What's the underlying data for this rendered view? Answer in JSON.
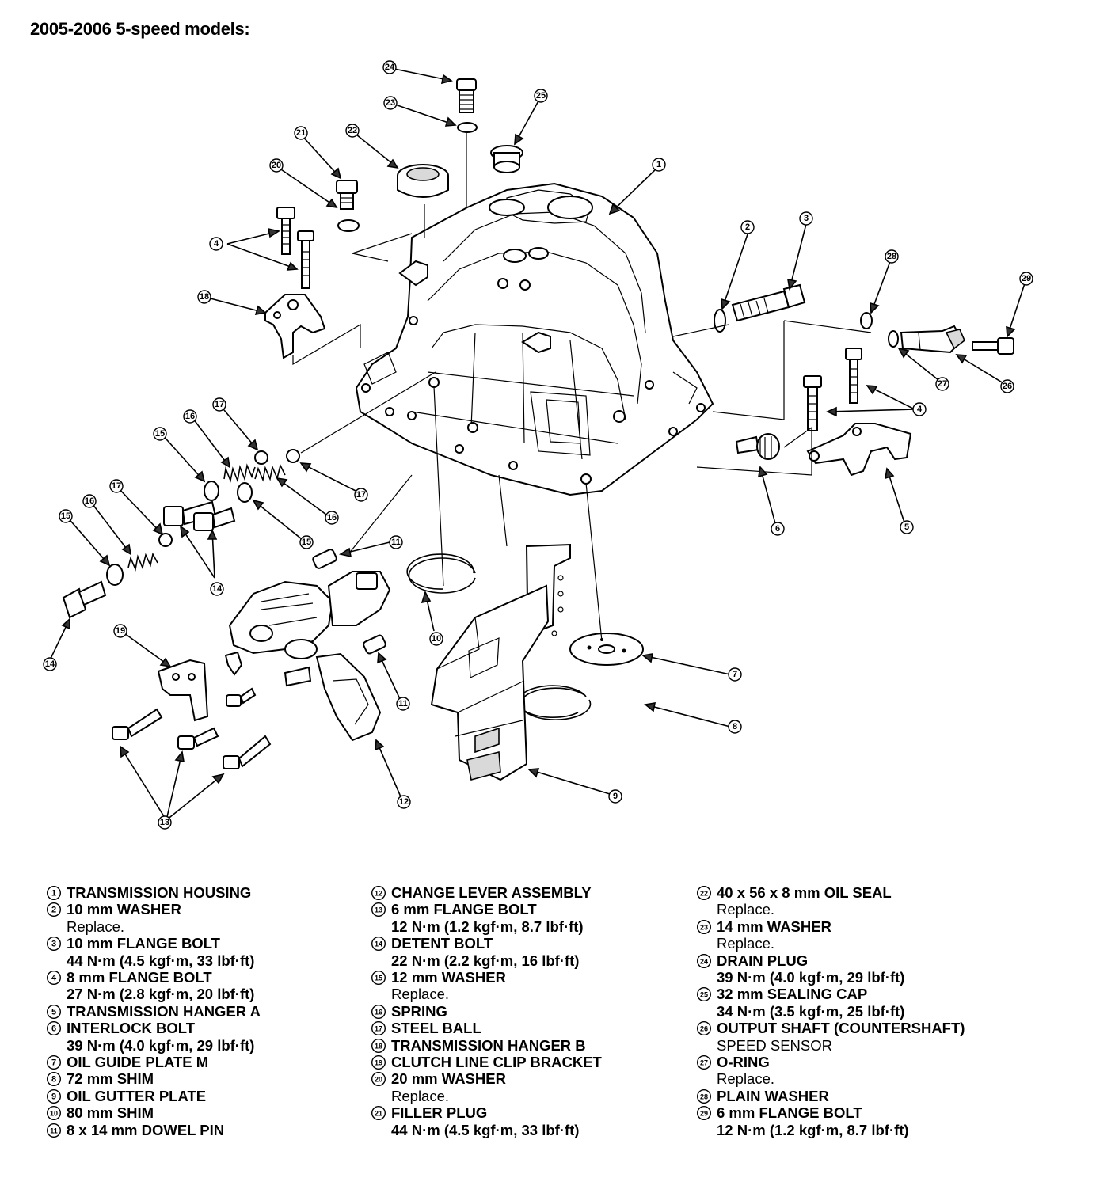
{
  "title": "2005-2006 5-speed models:",
  "diagram": {
    "callouts": [
      "1",
      "2",
      "3",
      "4",
      "5",
      "6",
      "7",
      "8",
      "9",
      "10",
      "11",
      "12",
      "13",
      "14",
      "15",
      "16",
      "17",
      "18",
      "19",
      "20",
      "21",
      "22",
      "23",
      "24",
      "25",
      "26",
      "27",
      "28",
      "29"
    ]
  },
  "legend": {
    "columns": [
      [
        {
          "num": "1",
          "label": "TRANSMISSION HOUSING",
          "lines": []
        },
        {
          "num": "2",
          "label": "10 mm WASHER",
          "lines": [
            {
              "text": "Replace.",
              "kind": "note"
            }
          ]
        },
        {
          "num": "3",
          "label": "10 mm FLANGE BOLT",
          "lines": [
            {
              "text": "44 N·m (4.5 kgf·m, 33 lbf·ft)",
              "kind": "sub"
            }
          ]
        },
        {
          "num": "4",
          "label": "8 mm FLANGE BOLT",
          "lines": [
            {
              "text": "27 N·m (2.8 kgf·m, 20 lbf·ft)",
              "kind": "sub"
            }
          ]
        },
        {
          "num": "5",
          "label": "TRANSMISSION HANGER A",
          "lines": []
        },
        {
          "num": "6",
          "label": "INTERLOCK BOLT",
          "lines": [
            {
              "text": "39 N·m (4.0 kgf·m, 29 lbf·ft)",
              "kind": "sub"
            }
          ]
        },
        {
          "num": "7",
          "label": "OIL GUIDE PLATE M",
          "lines": []
        },
        {
          "num": "8",
          "label": "72 mm SHIM",
          "lines": []
        },
        {
          "num": "9",
          "label": "OIL GUTTER PLATE",
          "lines": []
        },
        {
          "num": "10",
          "label": "80 mm SHIM",
          "lines": []
        },
        {
          "num": "11",
          "label": "8 x 14 mm DOWEL PIN",
          "lines": []
        }
      ],
      [
        {
          "num": "12",
          "label": "CHANGE LEVER ASSEMBLY",
          "lines": []
        },
        {
          "num": "13",
          "label": "6 mm FLANGE BOLT",
          "lines": [
            {
              "text": "12 N·m (1.2 kgf·m, 8.7 lbf·ft)",
              "kind": "sub"
            }
          ]
        },
        {
          "num": "14",
          "label": "DETENT BOLT",
          "lines": [
            {
              "text": "22 N·m (2.2 kgf·m, 16 lbf·ft)",
              "kind": "sub"
            }
          ]
        },
        {
          "num": "15",
          "label": "12 mm WASHER",
          "lines": [
            {
              "text": "Replace.",
              "kind": "note"
            }
          ]
        },
        {
          "num": "16",
          "label": "SPRING",
          "lines": []
        },
        {
          "num": "17",
          "label": "STEEL BALL",
          "lines": []
        },
        {
          "num": "18",
          "label": "TRANSMISSION HANGER B",
          "lines": []
        },
        {
          "num": "19",
          "label": "CLUTCH LINE CLIP BRACKET",
          "lines": []
        },
        {
          "num": "20",
          "label": "20 mm WASHER",
          "lines": [
            {
              "text": "Replace.",
              "kind": "note"
            }
          ]
        },
        {
          "num": "21",
          "label": "FILLER PLUG",
          "lines": [
            {
              "text": "44 N·m (4.5 kgf·m, 33 lbf·ft)",
              "kind": "sub"
            }
          ]
        }
      ],
      [
        {
          "num": "22",
          "label": "40 x 56 x 8 mm OIL SEAL",
          "lines": [
            {
              "text": "Replace.",
              "kind": "note"
            }
          ]
        },
        {
          "num": "23",
          "label": "14 mm WASHER",
          "lines": [
            {
              "text": "Replace.",
              "kind": "note"
            }
          ]
        },
        {
          "num": "24",
          "label": "DRAIN PLUG",
          "lines": [
            {
              "text": "39 N·m (4.0 kgf·m, 29 lbf·ft)",
              "kind": "sub"
            }
          ]
        },
        {
          "num": "25",
          "label": "32 mm SEALING CAP",
          "lines": [
            {
              "text": "34 N·m (3.5 kgf·m, 25 lbf·ft)",
              "kind": "sub"
            }
          ]
        },
        {
          "num": "26",
          "label": "OUTPUT SHAFT (COUNTERSHAFT)",
          "lines": [
            {
              "text": "SPEED SENSOR",
              "kind": "note"
            }
          ]
        },
        {
          "num": "27",
          "label": "O-RING",
          "lines": [
            {
              "text": "Replace.",
              "kind": "note"
            }
          ]
        },
        {
          "num": "28",
          "label": "PLAIN WASHER",
          "lines": []
        },
        {
          "num": "29",
          "label": "6 mm FLANGE BOLT",
          "lines": [
            {
              "text": "12 N·m (1.2 kgf·m, 8.7 lbf·ft)",
              "kind": "sub"
            }
          ]
        }
      ]
    ]
  }
}
